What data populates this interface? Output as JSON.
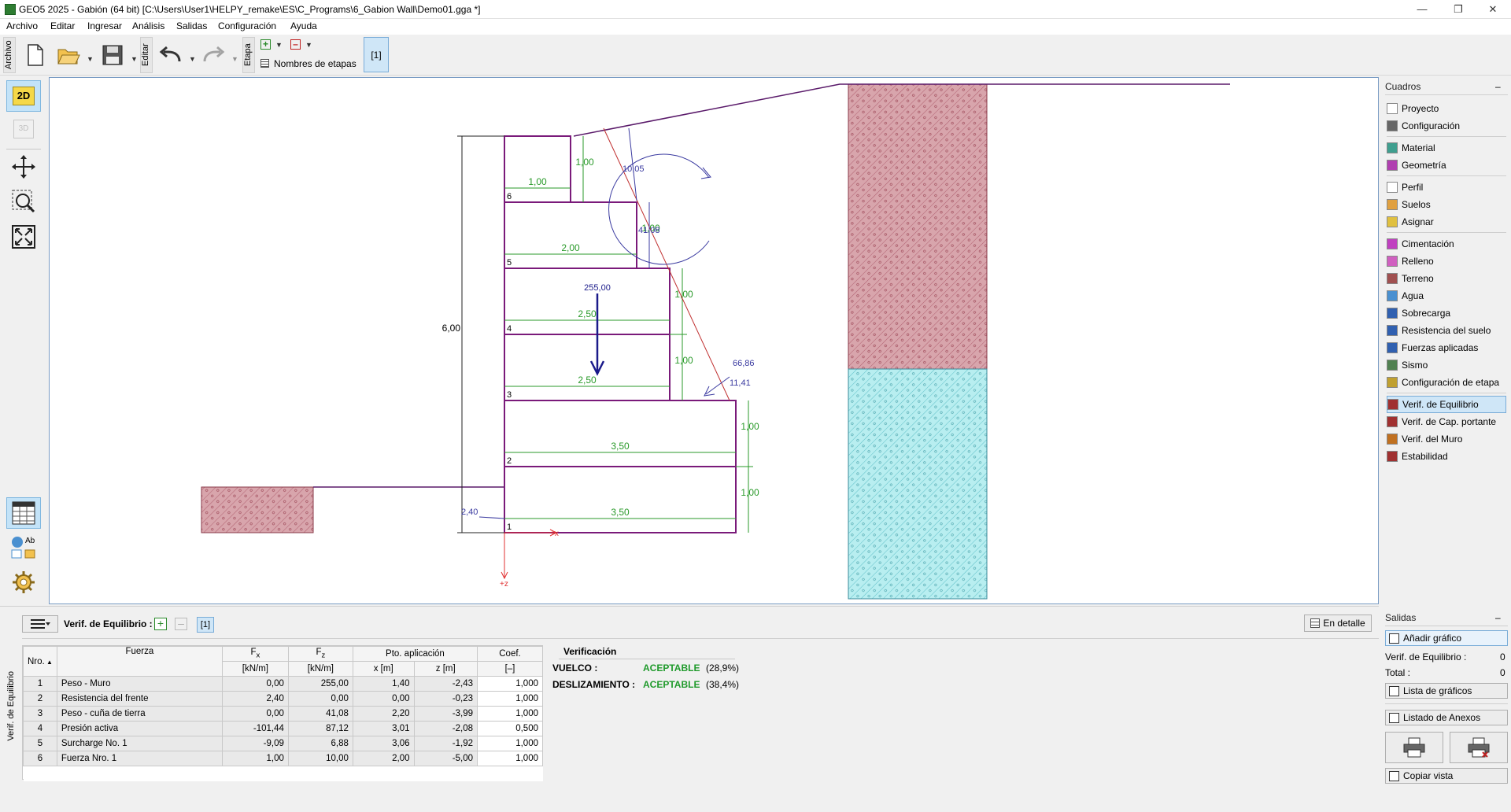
{
  "window": {
    "title": "GEO5 2025 - Gabión (64 bit) [C:\\Users\\User1\\HELPY_remake\\ES\\C_Programs\\6_Gabion Wall\\Demo01.gga *]"
  },
  "menu": [
    "Archivo",
    "Editar",
    "Ingresar",
    "Análisis",
    "Salidas",
    "Configuración",
    "Ayuda"
  ],
  "toolbar": {
    "archivo": "Archivo",
    "editar": "Editar",
    "etapa": "Etapa",
    "stage_names": "Nombres de etapas",
    "stage_sel": "[1]"
  },
  "leftbar": {
    "b2d": "2D",
    "b3d": "3D",
    "ab": "Ab"
  },
  "drawing": {
    "height_label": "6,00",
    "block_labels": [
      "1",
      "2",
      "3",
      "4",
      "5",
      "6"
    ],
    "widths": [
      "3,50",
      "3,50",
      "2,50",
      "2,50",
      "2,00",
      "1,00"
    ],
    "heights": [
      "1,00",
      "1,00",
      "1,00",
      "1,00",
      "1,00",
      "1,00"
    ],
    "force_labels": {
      "weight": "255,00",
      "active": "66,86",
      "active2": "11,41",
      "surcharge": "10,05",
      "wedge": "41,08",
      "front": "2,40"
    },
    "axis_x": "+x",
    "axis_z": "+z"
  },
  "cuadros": {
    "title": "Cuadros",
    "groups": [
      [
        {
          "label": "Proyecto",
          "icon": "document-icon",
          "color": "#ffffff"
        },
        {
          "label": "Configuración",
          "icon": "gear-icon",
          "color": "#666666"
        }
      ],
      [
        {
          "label": "Material",
          "icon": "material-icon",
          "color": "#3f9f8f"
        },
        {
          "label": "Geometría",
          "icon": "geometry-icon",
          "color": "#b03fb0"
        }
      ],
      [
        {
          "label": "Perfil",
          "icon": "profile-icon",
          "color": "#ffffff"
        },
        {
          "label": "Suelos",
          "icon": "soils-icon",
          "color": "#e0a040"
        },
        {
          "label": "Asignar",
          "icon": "assign-icon",
          "color": "#e0c040"
        }
      ],
      [
        {
          "label": "Cimentación",
          "icon": "foundation-icon",
          "color": "#c040c0"
        },
        {
          "label": "Relleno",
          "icon": "backfill-icon",
          "color": "#d060c0"
        },
        {
          "label": "Terreno",
          "icon": "terrain-icon",
          "color": "#a05050"
        },
        {
          "label": "Agua",
          "icon": "water-icon",
          "color": "#4a90d0"
        },
        {
          "label": "Sobrecarga",
          "icon": "surcharge-icon",
          "color": "#3060b0"
        },
        {
          "label": "Resistencia del suelo",
          "icon": "resistance-icon",
          "color": "#3060b0"
        },
        {
          "label": "Fuerzas aplicadas",
          "icon": "forces-icon",
          "color": "#3060b0"
        },
        {
          "label": "Sismo",
          "icon": "earthquake-icon",
          "color": "#508050"
        },
        {
          "label": "Configuración de etapa",
          "icon": "stage-settings-icon",
          "color": "#c0a030"
        }
      ],
      [
        {
          "label": "Verif. de Equilibrio",
          "icon": "equilibrium-icon",
          "color": "#a03030",
          "active": true
        },
        {
          "label": "Verif. de Cap. portante",
          "icon": "bearing-icon",
          "color": "#a03030"
        },
        {
          "label": "Verif. del Muro",
          "icon": "wall-check-icon",
          "color": "#c07020"
        },
        {
          "label": "Estabilidad",
          "icon": "stability-icon",
          "color": "#a03030"
        }
      ]
    ]
  },
  "bottom": {
    "side_label": "Verif. de Equilibrio",
    "mode_label": "Verif. de Equilibrio :",
    "stage": "[1]",
    "detail_btn": "En detalle",
    "table": {
      "headers": [
        "Nro.",
        "Fuerza",
        "F",
        "F",
        "Pto. aplicación",
        "Coef."
      ],
      "subs": [
        "x",
        "z"
      ],
      "units": [
        "[kN/m]",
        "[kN/m]",
        "x [m]",
        "z [m]",
        "[–]"
      ],
      "rows": [
        [
          "1",
          "Peso - Muro",
          "0,00",
          "255,00",
          "1,40",
          "-2,43",
          "1,000"
        ],
        [
          "2",
          "Resistencia del frente",
          "2,40",
          "0,00",
          "0,00",
          "-0,23",
          "1,000"
        ],
        [
          "3",
          "Peso - cuña de tierra",
          "0,00",
          "41,08",
          "2,20",
          "-3,99",
          "1,000"
        ],
        [
          "4",
          "Presión activa",
          "-101,44",
          "87,12",
          "3,01",
          "-2,08",
          "0,500"
        ],
        [
          "5",
          "Surcharge No. 1",
          "-9,09",
          "6,88",
          "3,06",
          "-1,92",
          "1,000"
        ],
        [
          "6",
          "Fuerza Nro. 1",
          "1,00",
          "10,00",
          "2,00",
          "-5,00",
          "1,000"
        ]
      ]
    },
    "verification": {
      "title": "Verificación",
      "rows": [
        {
          "label": "VUELCO :",
          "status": "ACEPTABLE",
          "pct": "(28,9%)"
        },
        {
          "label": "DESLIZAMIENTO :",
          "status": "ACEPTABLE",
          "pct": "(38,4%)"
        }
      ]
    }
  },
  "salidas": {
    "title": "Salidas",
    "add": "Añadir gráfico",
    "verif_label": "Verif. de Equilibrio :",
    "verif_val": "0",
    "total_label": "Total :",
    "total_val": "0",
    "list": "Lista de gráficos",
    "annex": "Listado de Anexos",
    "copy": "Copiar vista"
  }
}
